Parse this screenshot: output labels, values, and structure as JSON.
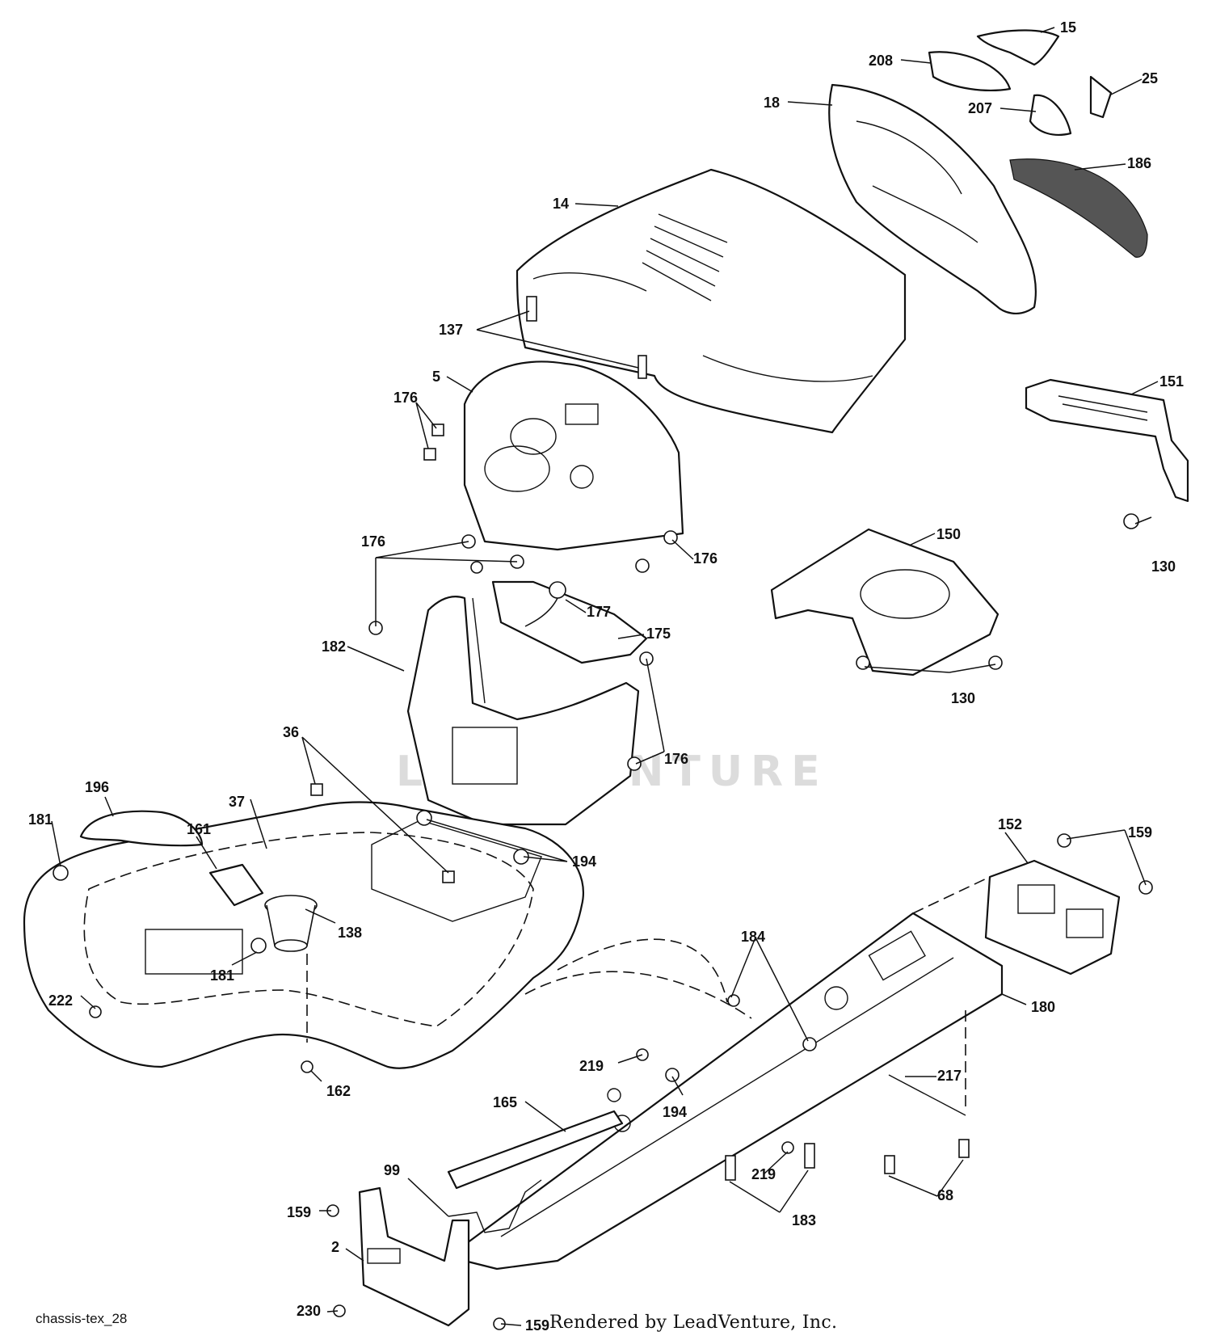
{
  "diagram": {
    "id_label": "chassis-tex_28",
    "credit": "Rendered by LeadVenture, Inc.",
    "watermark": "LEADVENTURE",
    "callouts": [
      "15",
      "208",
      "25",
      "18",
      "207",
      "186",
      "14",
      "137",
      "5",
      "176",
      "151",
      "130",
      "150",
      "177",
      "175",
      "182",
      "36",
      "196",
      "37",
      "161",
      "181",
      "194",
      "152",
      "159",
      "138",
      "184",
      "222",
      "180",
      "219",
      "217",
      "162",
      "165",
      "99",
      "183",
      "68",
      "2",
      "230"
    ]
  }
}
